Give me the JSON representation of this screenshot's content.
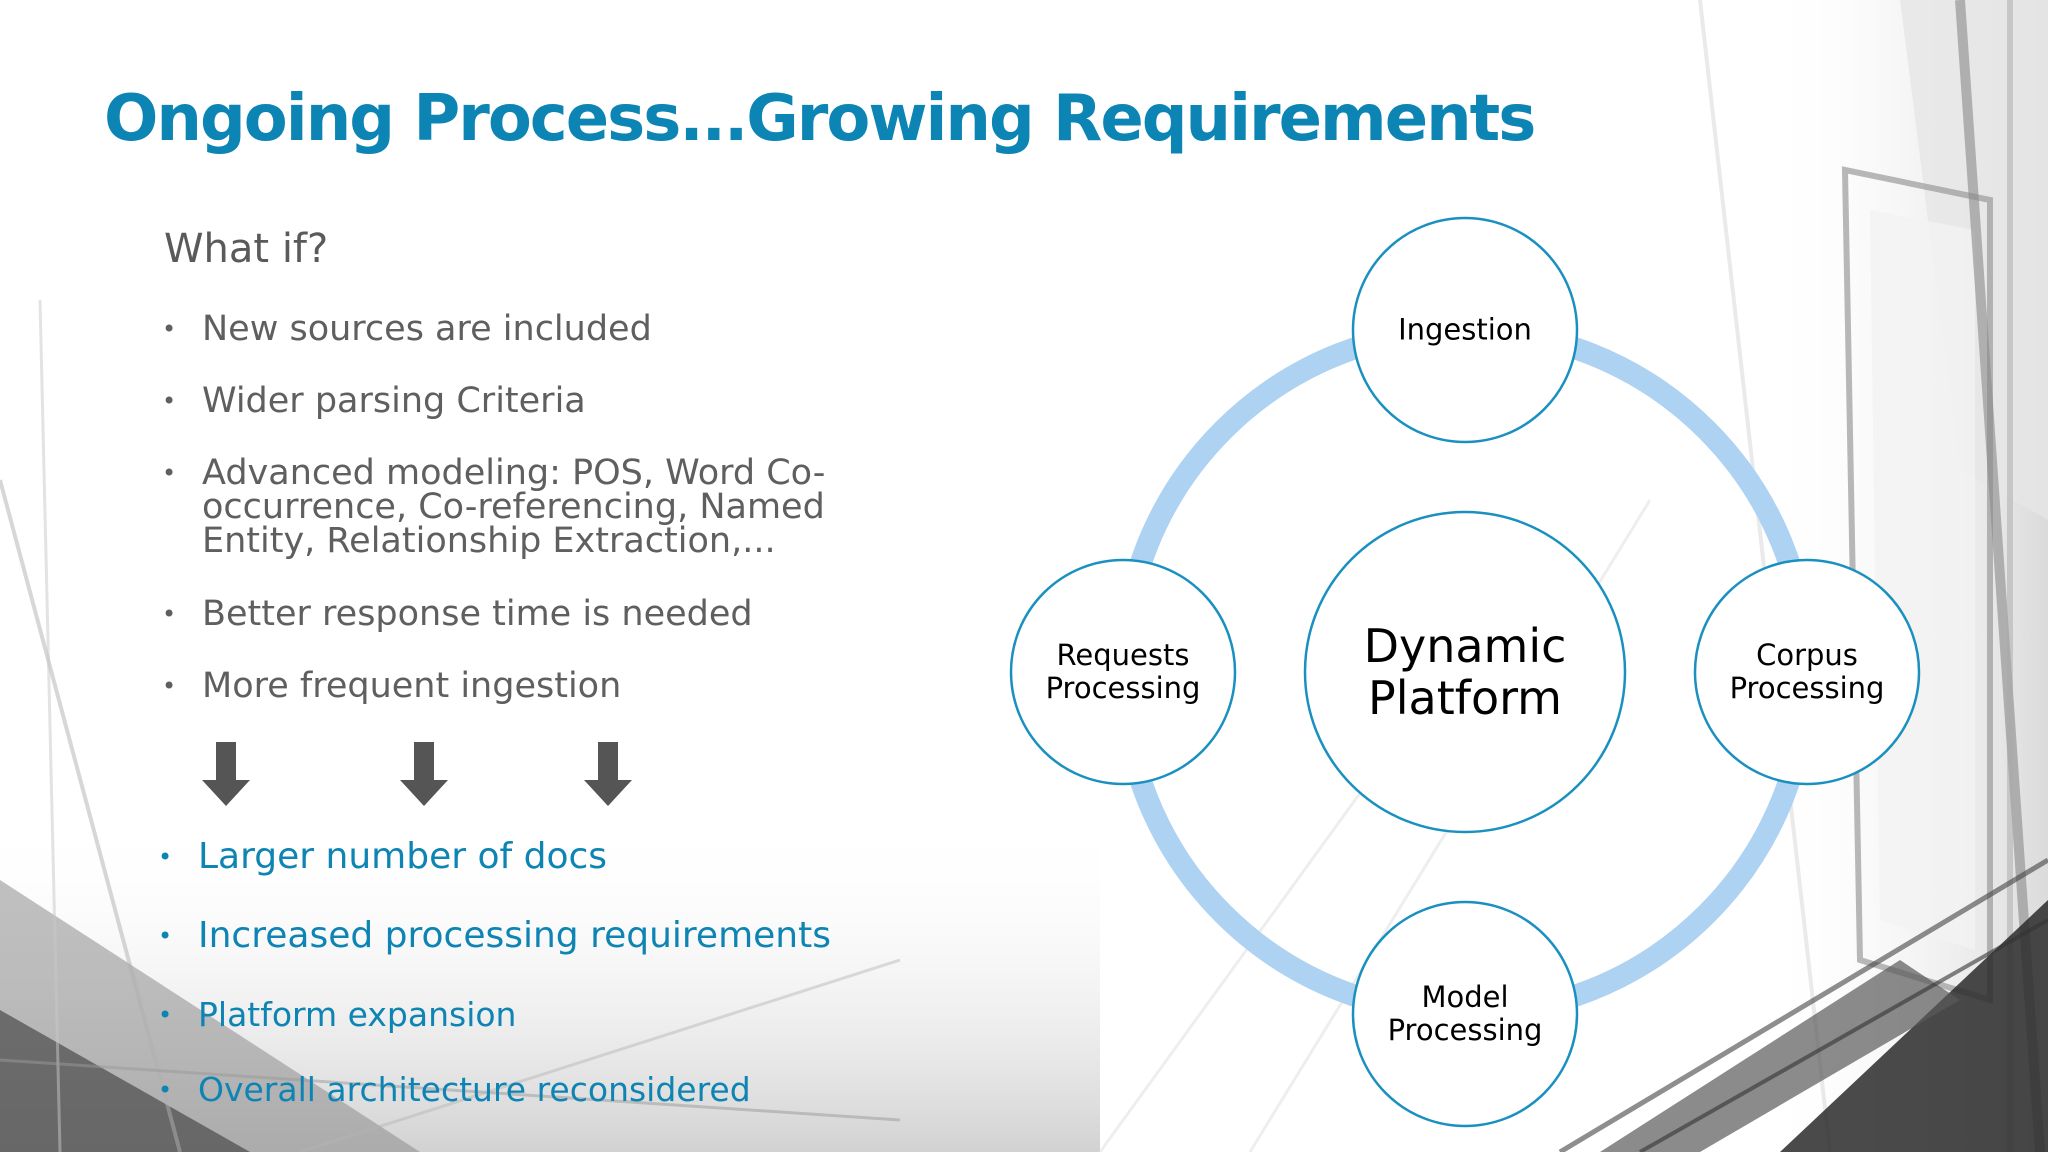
{
  "slide": {
    "title": "Ongoing Process...Growing Requirements",
    "subtitle": "What if?",
    "bullets_top": [
      "New sources are included",
      "Wider parsing Criteria",
      "Advanced modeling: POS, Word Co-",
      "occurrence, Co-referencing, Named",
      "Entity, Relationship Extraction,...",
      "Better response time is needed",
      "More frequent ingestion"
    ],
    "bullets_bottom": [
      "Larger number of docs",
      "Increased processing requirements",
      "Platform expansion",
      "Overall architecture reconsidered"
    ],
    "bullet_glyph": "•",
    "arrow_icon": "down-arrow-icon",
    "arrow_count": 3
  },
  "diagram": {
    "center": [
      "Dynamic",
      "Platform"
    ],
    "nodes": {
      "top": [
        "Ingestion"
      ],
      "right": [
        "Corpus",
        "Processing"
      ],
      "bottom": [
        "Model",
        "Processing"
      ],
      "left": [
        "Requests",
        "Processing"
      ]
    }
  },
  "colors": {
    "title": "#0c84b4",
    "grey_text": "#5f5f5f",
    "blue_text": "#0d84b3",
    "ring": "#aed2f2",
    "circle_stroke": "#1a90c0",
    "arrow": "#555555"
  }
}
